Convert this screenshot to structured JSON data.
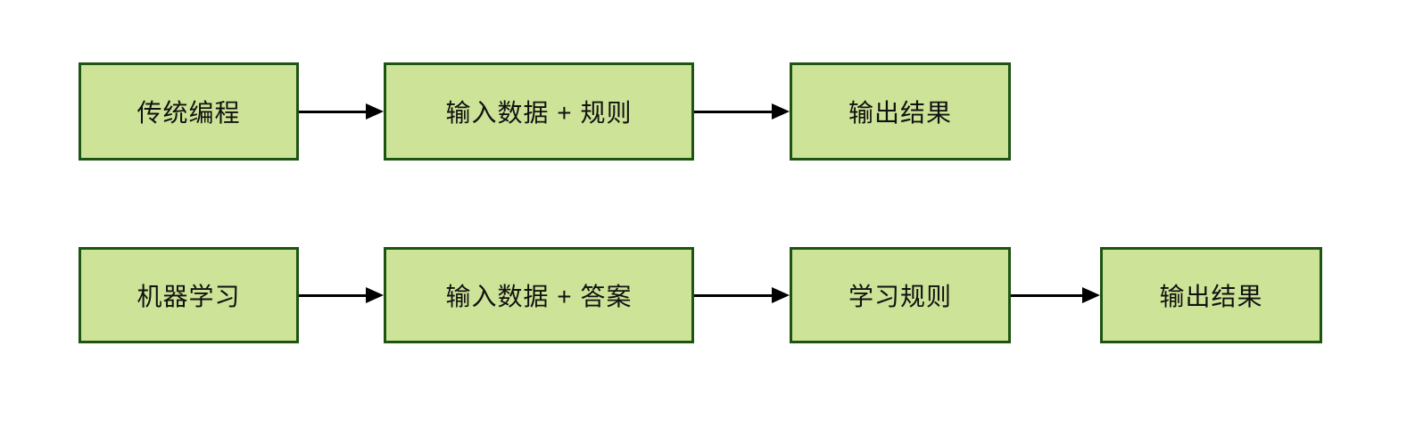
{
  "diagram": {
    "colors": {
      "background": "#ffffff",
      "box_fill": "#cde498",
      "box_border": "#1c5412",
      "text_color": "#111111",
      "arrow_color": "#000000"
    },
    "rows": [
      {
        "name": "traditional-programming-flow",
        "boxes": [
          {
            "label": "传统编程"
          },
          {
            "label": "输入数据 + 规则"
          },
          {
            "label": "输出结果"
          }
        ]
      },
      {
        "name": "machine-learning-flow",
        "boxes": [
          {
            "label": "机器学习"
          },
          {
            "label": "输入数据 + 答案"
          },
          {
            "label": "学习规则"
          },
          {
            "label": "输出结果"
          }
        ]
      }
    ]
  }
}
